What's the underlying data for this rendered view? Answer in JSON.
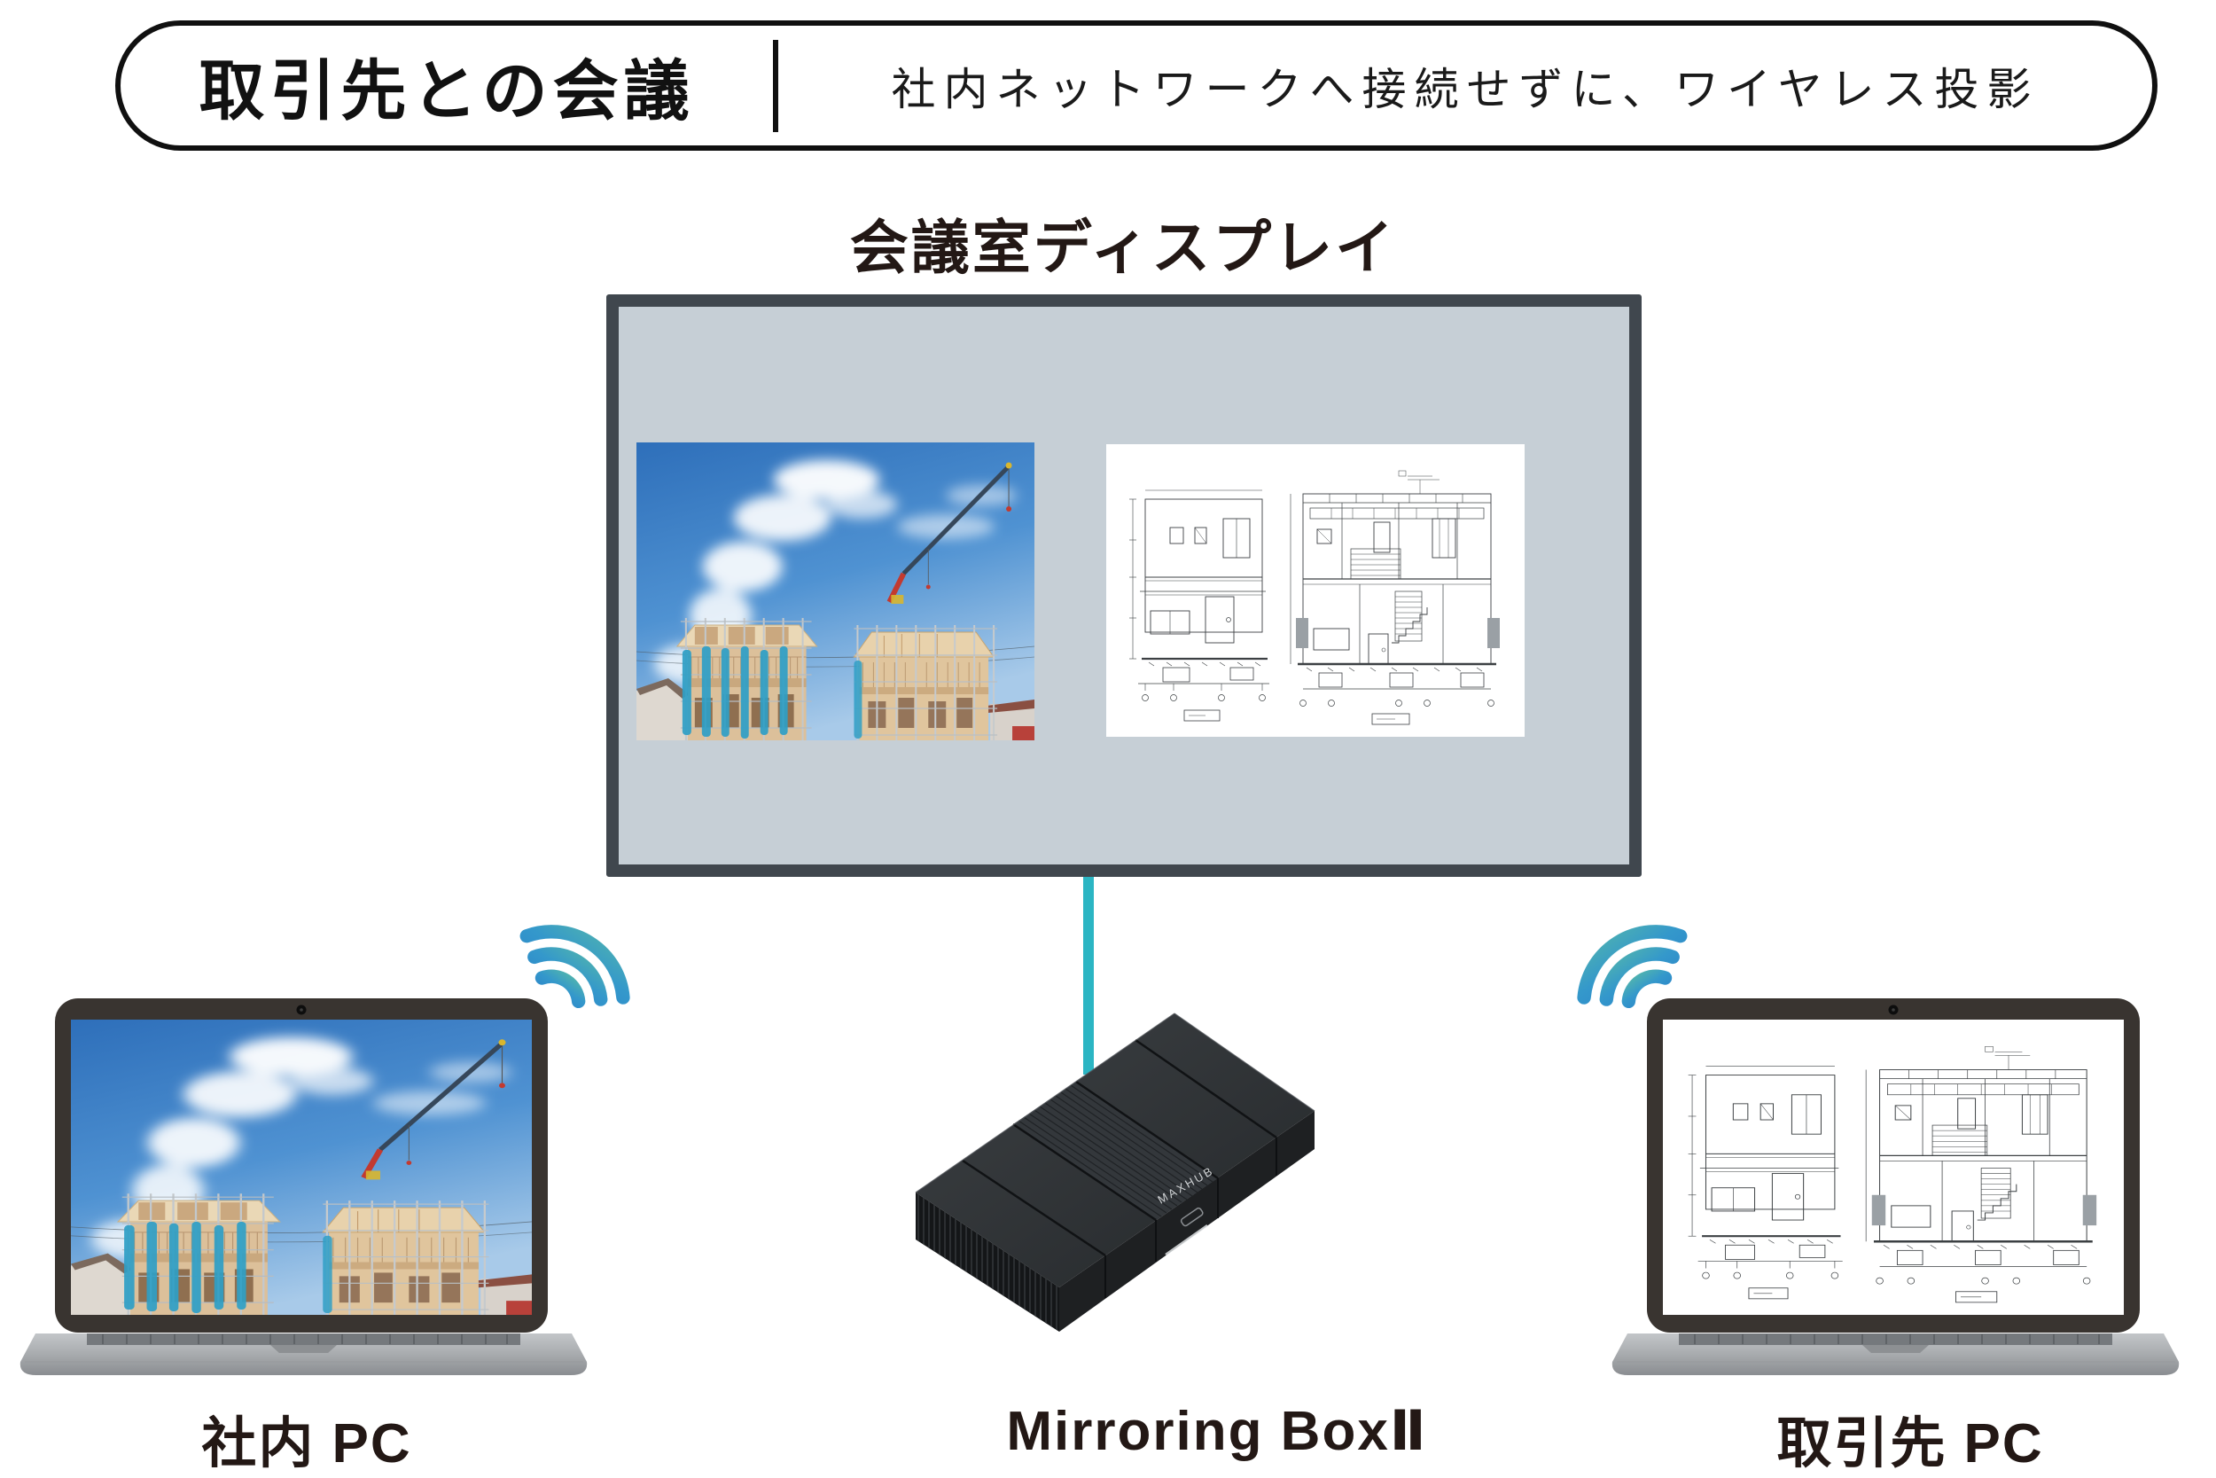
{
  "header": {
    "title": "取引先との会議",
    "subtitle": "社内ネットワークへ接続せずに、ワイヤレス投影"
  },
  "display": {
    "label": "会議室ディスプレイ",
    "content_left": "construction-site-photo",
    "content_right": "architectural-section-drawing"
  },
  "mirroring_box": {
    "label": "Mirroring BoxⅡ",
    "brand": "MAXHUB"
  },
  "laptops": {
    "left_label": "社内 PC",
    "left_screen": "construction-site-photo",
    "right_label": "取引先 PC",
    "right_screen": "architectural-section-drawing"
  },
  "icons": {
    "wifi_left": "wifi-signal-icon",
    "wifi_right": "wifi-signal-icon"
  },
  "colors": {
    "teal_connector": "#2bb5c3",
    "wifi_blue": "#2a7fc9",
    "wifi_teal": "#55b8aa",
    "display_frame": "#40474e",
    "display_bg": "#c6cfd6",
    "laptop_bezel": "#393430",
    "label_text": "#231815"
  }
}
